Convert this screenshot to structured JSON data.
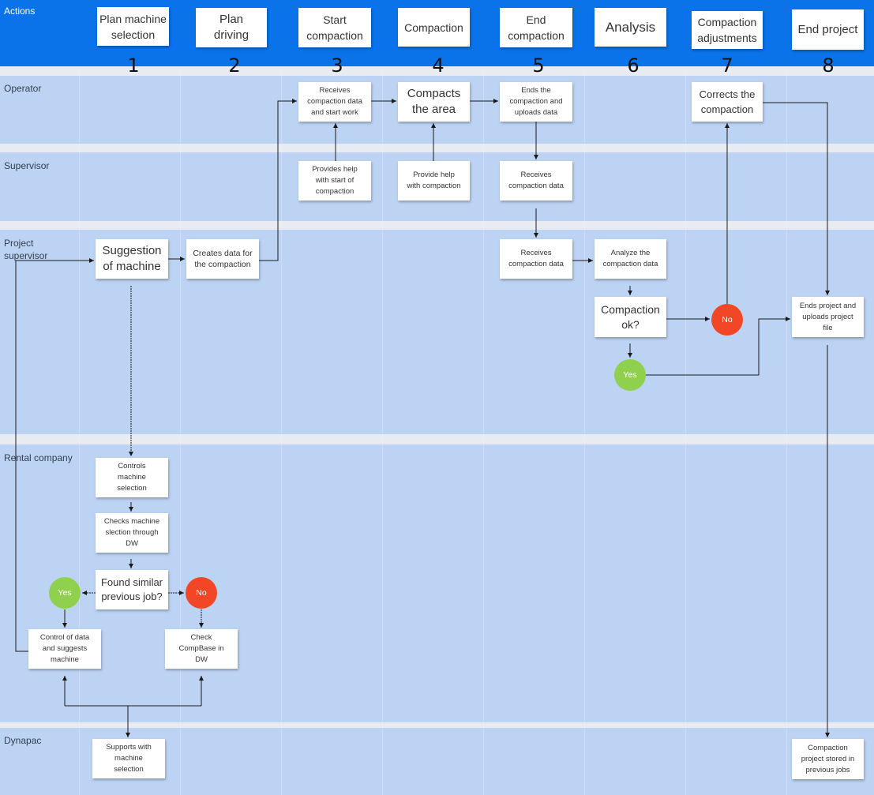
{
  "lanes": {
    "actions": "Actions",
    "operator": "Operator",
    "supervisor": "Supervisor",
    "project_supervisor": "Project\nsupervisor",
    "rental_company": "Rental company",
    "dynapac": "Dynapac"
  },
  "header": {
    "steps": [
      {
        "label": "Plan machine\nselection",
        "number": "1"
      },
      {
        "label": "Plan\ndriving",
        "number": "2"
      },
      {
        "label": "Start\ncompaction",
        "number": "3"
      },
      {
        "label": "Compaction",
        "number": "4"
      },
      {
        "label": "End\ncompaction",
        "number": "5"
      },
      {
        "label": "Analysis",
        "number": "6"
      },
      {
        "label": "Compaction\nadjustments",
        "number": "7"
      },
      {
        "label": "End project",
        "number": "8"
      }
    ]
  },
  "notes": {
    "receives_start": "Receives\ncompaction data\nand start work",
    "compacts_area": "Compacts\nthe area",
    "ends_uploads": "Ends the\ncompaction and\nuploads data",
    "corrects": "Corrects the\ncompaction",
    "provides_help_start": "Provides help\nwith start of\ncompaction",
    "provide_help_compaction": "Provide help\nwith compaction",
    "supervisor_receives": "Receives\ncompaction data",
    "suggestion_machine": "Suggestion\nof machine",
    "creates_data": "Creates data for\nthe compaction",
    "ps_receives": "Receives\ncompaction data",
    "analyze": "Analyze the\ncompaction data",
    "compaction_ok": "Compaction\nok?",
    "ends_project": "Ends project and\nuploads project\nfile",
    "controls_selection": "Controls\nmachine\nselection",
    "checks_selection": "Checks machine\nslection through\nDW",
    "found_similar": "Found similar\nprevious job?",
    "control_data": "Control of data\nand suggests\nmachine",
    "check_compbase": "Check\nCompBase in\nDW",
    "supports_selection": "Supports with\nmachine\nselection",
    "stored_previous": "Compaction\nproject stored in\nprevious jobs"
  },
  "decisions": {
    "no_analysis": "No",
    "yes_analysis": "Yes",
    "yes_rental": "Yes",
    "no_rental": "No"
  },
  "colors": {
    "actions_lane": "#0a73ea",
    "lane": "#bdd3f3",
    "yes": "#8fd14f",
    "no": "#f24726"
  }
}
